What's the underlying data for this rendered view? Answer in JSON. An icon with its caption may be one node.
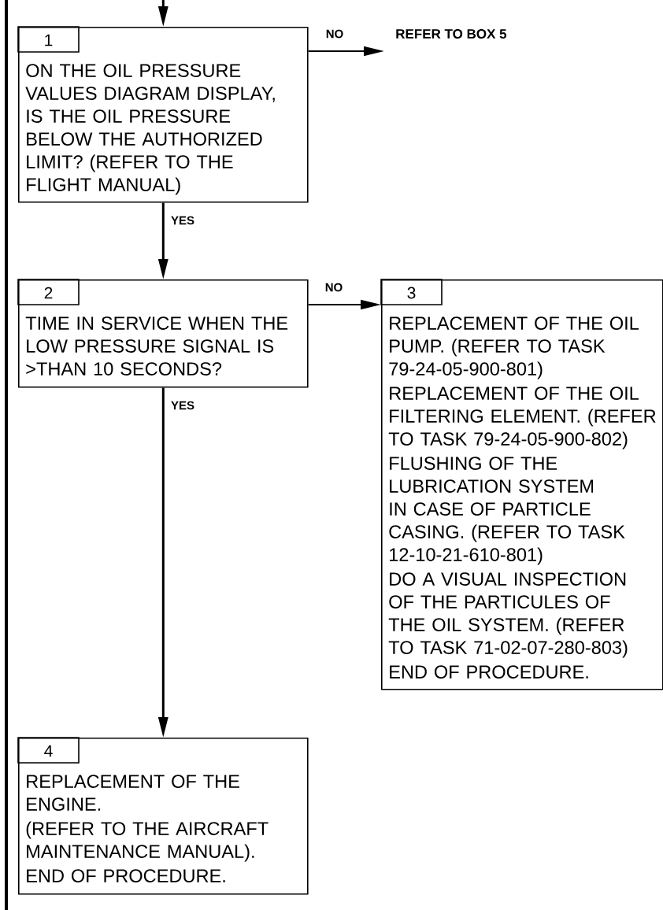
{
  "diagram": {
    "nodes": [
      {
        "text": [
          "1",
          "ON THE OIL PRESSURE VALUES DIAGRAM DISPLAY, IS THE OIL PRESSURE BELOW THE AUTHORIZED LIMIT? (REFER TO THE FLIGHT MANUAL)"
        ]
      },
      {
        "text": [
          "2",
          "TIME IN SERVICE WHEN THE LOW PRESSURE SIGNAL IS >THAN 10 SECONDS?"
        ]
      },
      {
        "text": [
          "3",
          "REPLACEMENT OF THE OIL PUMP. (REFER TO TASK 79-24-05-900-801)",
          "REPLACEMENT OF THE OIL FILTERING ELEMENT. (REFER TO TASK 79-24-05-900-802)",
          "FLUSHING OF THE LUBRICATION SYSTEM IN CASE OF PARTICLE CASING. (REFER TO TASK 12-10-21-610-801)",
          "DO A VISUAL INSPECTION OF THE PARTICULES OF THE OIL SYSTEM. (REFER TO TASK 71-02-07-280-803)",
          "END OF PROCEDURE."
        ]
      },
      {
        "text": [
          "4",
          "REPLACEMENT OF THE ENGINE.",
          "(REFER TO THE AIRCRAFT MAINTENANCE MANUAL).",
          "END OF PROCEDURE."
        ]
      },
      {
        "text": [
          "REFER TO BOX 5"
        ]
      }
    ],
    "edges": [
      {
        "from": null,
        "to": 0,
        "arrow": "to"
      },
      {
        "from": 0,
        "to": 4,
        "arrow": "to",
        "label": "NO"
      },
      {
        "from": 0,
        "to": 1,
        "arrow": "to",
        "label": "YES"
      },
      {
        "from": 1,
        "to": 2,
        "arrow": "to",
        "label": "NO"
      },
      {
        "from": 1,
        "to": 3,
        "arrow": "to",
        "label": "YES"
      }
    ]
  }
}
